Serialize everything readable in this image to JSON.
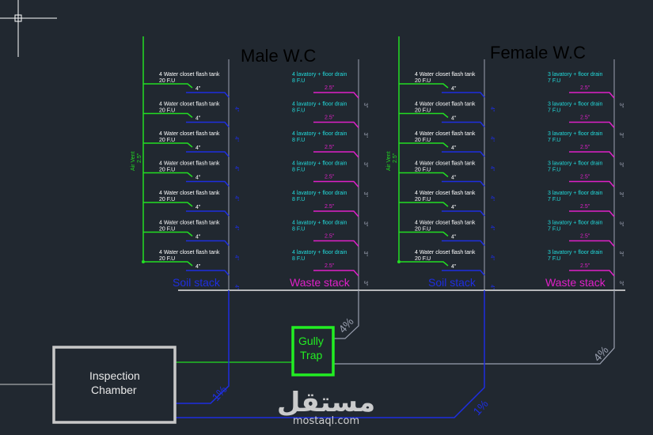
{
  "colors": {
    "background": "#212830",
    "title": "#ff1a1a",
    "soil_pipe": "#1e2ee0",
    "vent_pipe": "#22dd22",
    "waste_pipe": "#e020c8",
    "stack_grey": "#9aa0b0",
    "wc_text": "#ffffff",
    "lav_text": "#22dddd",
    "waste_size_text": "#e020c8",
    "gully_box": "#22ee22",
    "chamber_box": "#c8c8c8"
  },
  "male": {
    "title": "Male W.C",
    "wc_rows": [
      {
        "fixture": "4 Water closet flash tank",
        "fu": "20 F.U",
        "size": "4\""
      },
      {
        "fixture": "4 Water closet flash tank",
        "fu": "20 F.U",
        "size": "4\""
      },
      {
        "fixture": "4 Water closet flash tank",
        "fu": "20 F.U",
        "size": "4\""
      },
      {
        "fixture": "4 Water closet flash tank",
        "fu": "20 F.U",
        "size": "4\""
      },
      {
        "fixture": "4 Water closet flash tank",
        "fu": "20 F.U",
        "size": "4\""
      },
      {
        "fixture": "4 Water closet flash tank",
        "fu": "20 F.U",
        "size": "4\""
      },
      {
        "fixture": "4 Water closet flash tank",
        "fu": "20 F.U",
        "size": "4\""
      }
    ],
    "lav_rows": [
      {
        "fixture": "4 lavatory + floor drain",
        "fu": "8 F.U",
        "size": "2.5\""
      },
      {
        "fixture": "4 lavatory + floor drain",
        "fu": "8 F.U",
        "size": "2.5\""
      },
      {
        "fixture": "4 lavatory + floor drain",
        "fu": "8 F.U",
        "size": "2.5\""
      },
      {
        "fixture": "4 lavatory + floor drain",
        "fu": "8 F.U",
        "size": "2.5\""
      },
      {
        "fixture": "4 lavatory + floor drain",
        "fu": "8 F.U",
        "size": "2.5\""
      },
      {
        "fixture": "4 lavatory + floor drain",
        "fu": "8 F.U",
        "size": "2.5\""
      },
      {
        "fixture": "4 lavatory + floor drain",
        "fu": "8 F.U",
        "size": "2.5\""
      }
    ],
    "vent_label": "Air Vent",
    "vent_size": "2.5\"",
    "soil_stack_label": "Soil stack",
    "waste_stack_label": "Waste stack",
    "soil_stack_size": "4\"",
    "waste_stack_size": "3\""
  },
  "female": {
    "title": "Female W.C",
    "wc_rows": [
      {
        "fixture": "4 Water closet flash tank",
        "fu": "20 F.U",
        "size": "4\""
      },
      {
        "fixture": "4 Water closet flash tank",
        "fu": "20 F.U",
        "size": "4\""
      },
      {
        "fixture": "4 Water closet flash tank",
        "fu": "20 F.U",
        "size": "4\""
      },
      {
        "fixture": "4 Water closet flash tank",
        "fu": "20 F.U",
        "size": "4\""
      },
      {
        "fixture": "4 Water closet flash tank",
        "fu": "20 F.U",
        "size": "4\""
      },
      {
        "fixture": "4 Water closet flash tank",
        "fu": "20 F.U",
        "size": "4\""
      },
      {
        "fixture": "4 Water closet flash tank",
        "fu": "20 F.U",
        "size": "4\""
      }
    ],
    "lav_rows": [
      {
        "fixture": "3 lavatory + floor drain",
        "fu": "7 F.U",
        "size": "2.5\""
      },
      {
        "fixture": "3 lavatory + floor drain",
        "fu": "7 F.U",
        "size": "2.5\""
      },
      {
        "fixture": "3 lavatory + floor drain",
        "fu": "7 F.U",
        "size": "2.5\""
      },
      {
        "fixture": "3 lavatory + floor drain",
        "fu": "7 F.U",
        "size": "2.5\""
      },
      {
        "fixture": "3 lavatory + floor drain",
        "fu": "7 F.U",
        "size": "2.5\""
      },
      {
        "fixture": "3 lavatory + floor drain",
        "fu": "7 F.U",
        "size": "2.5\""
      },
      {
        "fixture": "3 lavatory + floor drain",
        "fu": "7 F.U",
        "size": "2.5\""
      }
    ],
    "vent_label": "Air Vent",
    "vent_size": "2.5\"",
    "soil_stack_label": "Soil stack",
    "waste_stack_label": "Waste stack",
    "soil_stack_size": "4\"",
    "waste_stack_size": "3\""
  },
  "gully_trap": {
    "line1": "Gully",
    "line2": "Trap"
  },
  "inspection_chamber": {
    "line1": "Inspection",
    "line2": "Chamber"
  },
  "slopes": {
    "male_waste": "4%",
    "female_waste": "4%",
    "male_soil": "1%",
    "female_soil": "1%"
  },
  "watermark": {
    "logo": "مستقل",
    "site": "mostaql.com"
  }
}
